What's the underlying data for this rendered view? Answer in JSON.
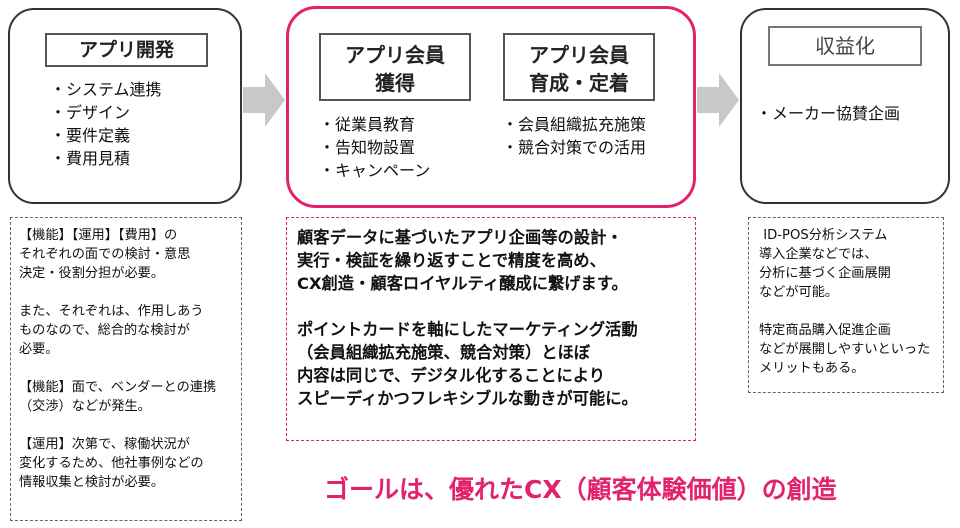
{
  "stages": {
    "dev": {
      "title": "アプリ開発",
      "items": [
        "システム連携",
        "デザイン",
        "要件定義",
        "費用見積"
      ]
    },
    "acquire": {
      "title_lines": [
        "アプリ会員",
        "獲得"
      ],
      "items": [
        "従業員教育",
        "告知物設置",
        "キャンペーン"
      ]
    },
    "retain": {
      "title_lines": [
        "アプリ会員",
        "育成・定着"
      ],
      "items": [
        "会員組織拡充施策",
        "競合対策での活用"
      ]
    },
    "monetize": {
      "title": "収益化",
      "items": [
        "メーカー協賛企画"
      ]
    }
  },
  "notes": {
    "left": {
      "para1": [
        "【機能】【運用】【費用】の",
        "それぞれの面での検討・意思",
        "決定・役割分担が必要。"
      ],
      "para2": [
        "また、それぞれは、作用しあう",
        "ものなので、総合的な検討が",
        "必要。"
      ],
      "para3": [
        "【機能】面で、ベンダーとの連携",
        "（交渉）などが発生。"
      ],
      "para4": [
        "【運用】次第で、稼働状況が",
        "変化するため、他社事例などの",
        "情報収集と検討が必要。"
      ]
    },
    "center": {
      "para1": [
        "顧客データに基づいたアプリ企画等の設計・",
        "実行・検証を繰り返すことで精度を高め、",
        "CX創造・顧客ロイヤルティ醸成に繋げます。"
      ],
      "para2": [
        "ポイントカードを軸にしたマーケティング活動",
        "（会員組織拡充施策、競合対策）とほぼ",
        "内容は同じで、デジタル化することにより",
        "スピーディかつフレキシブルな動きが可能に。"
      ]
    },
    "right": {
      "para1": [
        " ID-POS分析システム",
        "導入企業などでは、",
        "分析に基づく企画展開",
        "などが可能。"
      ],
      "para2": [
        "特定商品購入促進企画",
        "などが展開しやすいといった",
        "メリットもある。"
      ]
    }
  },
  "goal": "ゴールは、優れたCX（顧客体験価値）の創造",
  "colors": {
    "accent": "#e3226f",
    "arrow": "#c8c8c8",
    "border": "#333333"
  }
}
